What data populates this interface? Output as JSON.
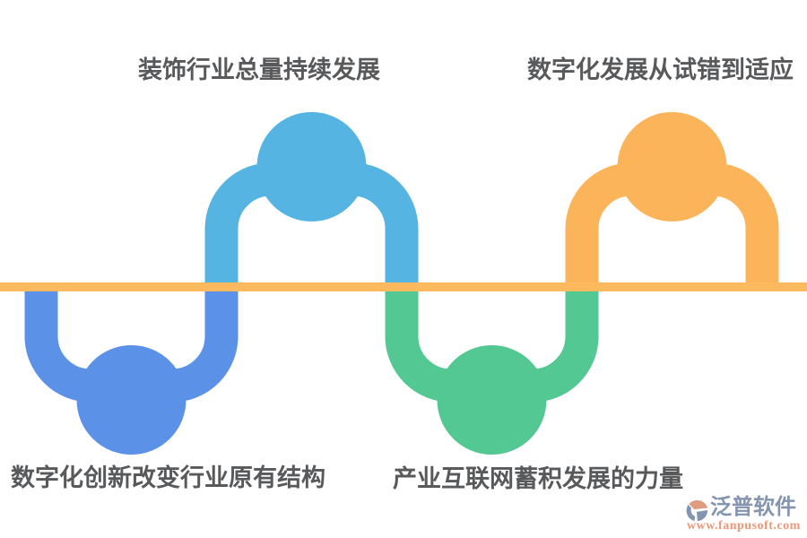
{
  "diagram": {
    "type": "square-wave-timeline",
    "description": "Rounded square wave crossing a horizontal baseline; circles sit at each crest and trough, one label per node",
    "nodes": [
      {
        "label": "数字化创新改变行业原有结构",
        "position": "below-line",
        "color_key": "royal_blue"
      },
      {
        "label": "装饰行业总量持续发展",
        "position": "above-line",
        "color_key": "sky_blue"
      },
      {
        "label": "产业互联网蓄积发展的力量",
        "position": "below-line",
        "color_key": "green"
      },
      {
        "label": "数字化发展从试错到适应",
        "position": "above-line",
        "color_key": "orange"
      }
    ]
  },
  "watermark": {
    "brand": "泛普软件",
    "url": "www.fanpusoft.com"
  },
  "colors": {
    "sky_blue": "#55B4E2",
    "royal_blue": "#5B92E7",
    "green": "#53C892",
    "orange": "#FBB45A",
    "line_orange": "#FDB95D",
    "label_text": "#58595B",
    "logo_slate": "#8495AF",
    "logo_salmon_text": "#EE9878",
    "logo_icon_salmon": "#DE9C80"
  }
}
